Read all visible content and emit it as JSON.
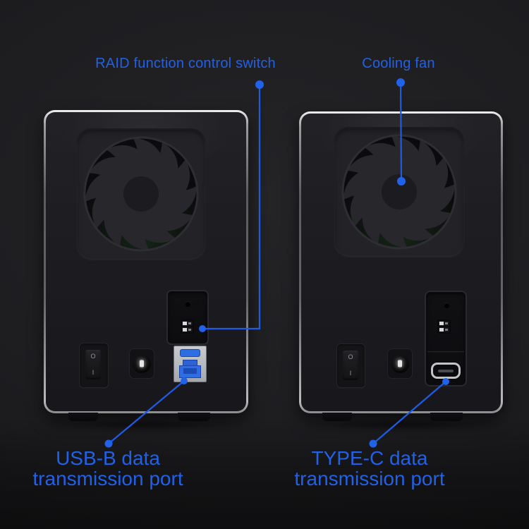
{
  "colors": {
    "background": "#1c1c1e",
    "annotation_blue": "#2161e8",
    "leader_line_blue": "#1e5ce6",
    "usb_port_blue": "#2f6de2",
    "metal_edge_silver": "#c9cacc",
    "device_body": "#1e1e21",
    "fan_pcb_green_tint": "#1e3a22"
  },
  "annotations": {
    "raid_switch": {
      "label": "RAID function control switch"
    },
    "cooling_fan": {
      "label": "Cooling fan"
    },
    "usb_b_port": {
      "line1": "USB-B data",
      "line2": "transmission port"
    },
    "type_c_port": {
      "line1": "TYPE-C data",
      "line2": "transmission port"
    }
  },
  "devices": {
    "left": {
      "power_switch": {
        "off_symbol": "O",
        "on_symbol": "I"
      },
      "components": [
        "cooling-fan",
        "raid-function-control-switch",
        "reset-hole",
        "power-rocker-switch",
        "dc-power-jack",
        "usb3-port",
        "usb-b-port"
      ]
    },
    "right": {
      "power_switch": {
        "off_symbol": "O",
        "on_symbol": "I"
      },
      "components": [
        "cooling-fan",
        "raid-function-control-switch",
        "reset-hole",
        "power-rocker-switch",
        "dc-power-jack",
        "type-c-port"
      ]
    }
  }
}
